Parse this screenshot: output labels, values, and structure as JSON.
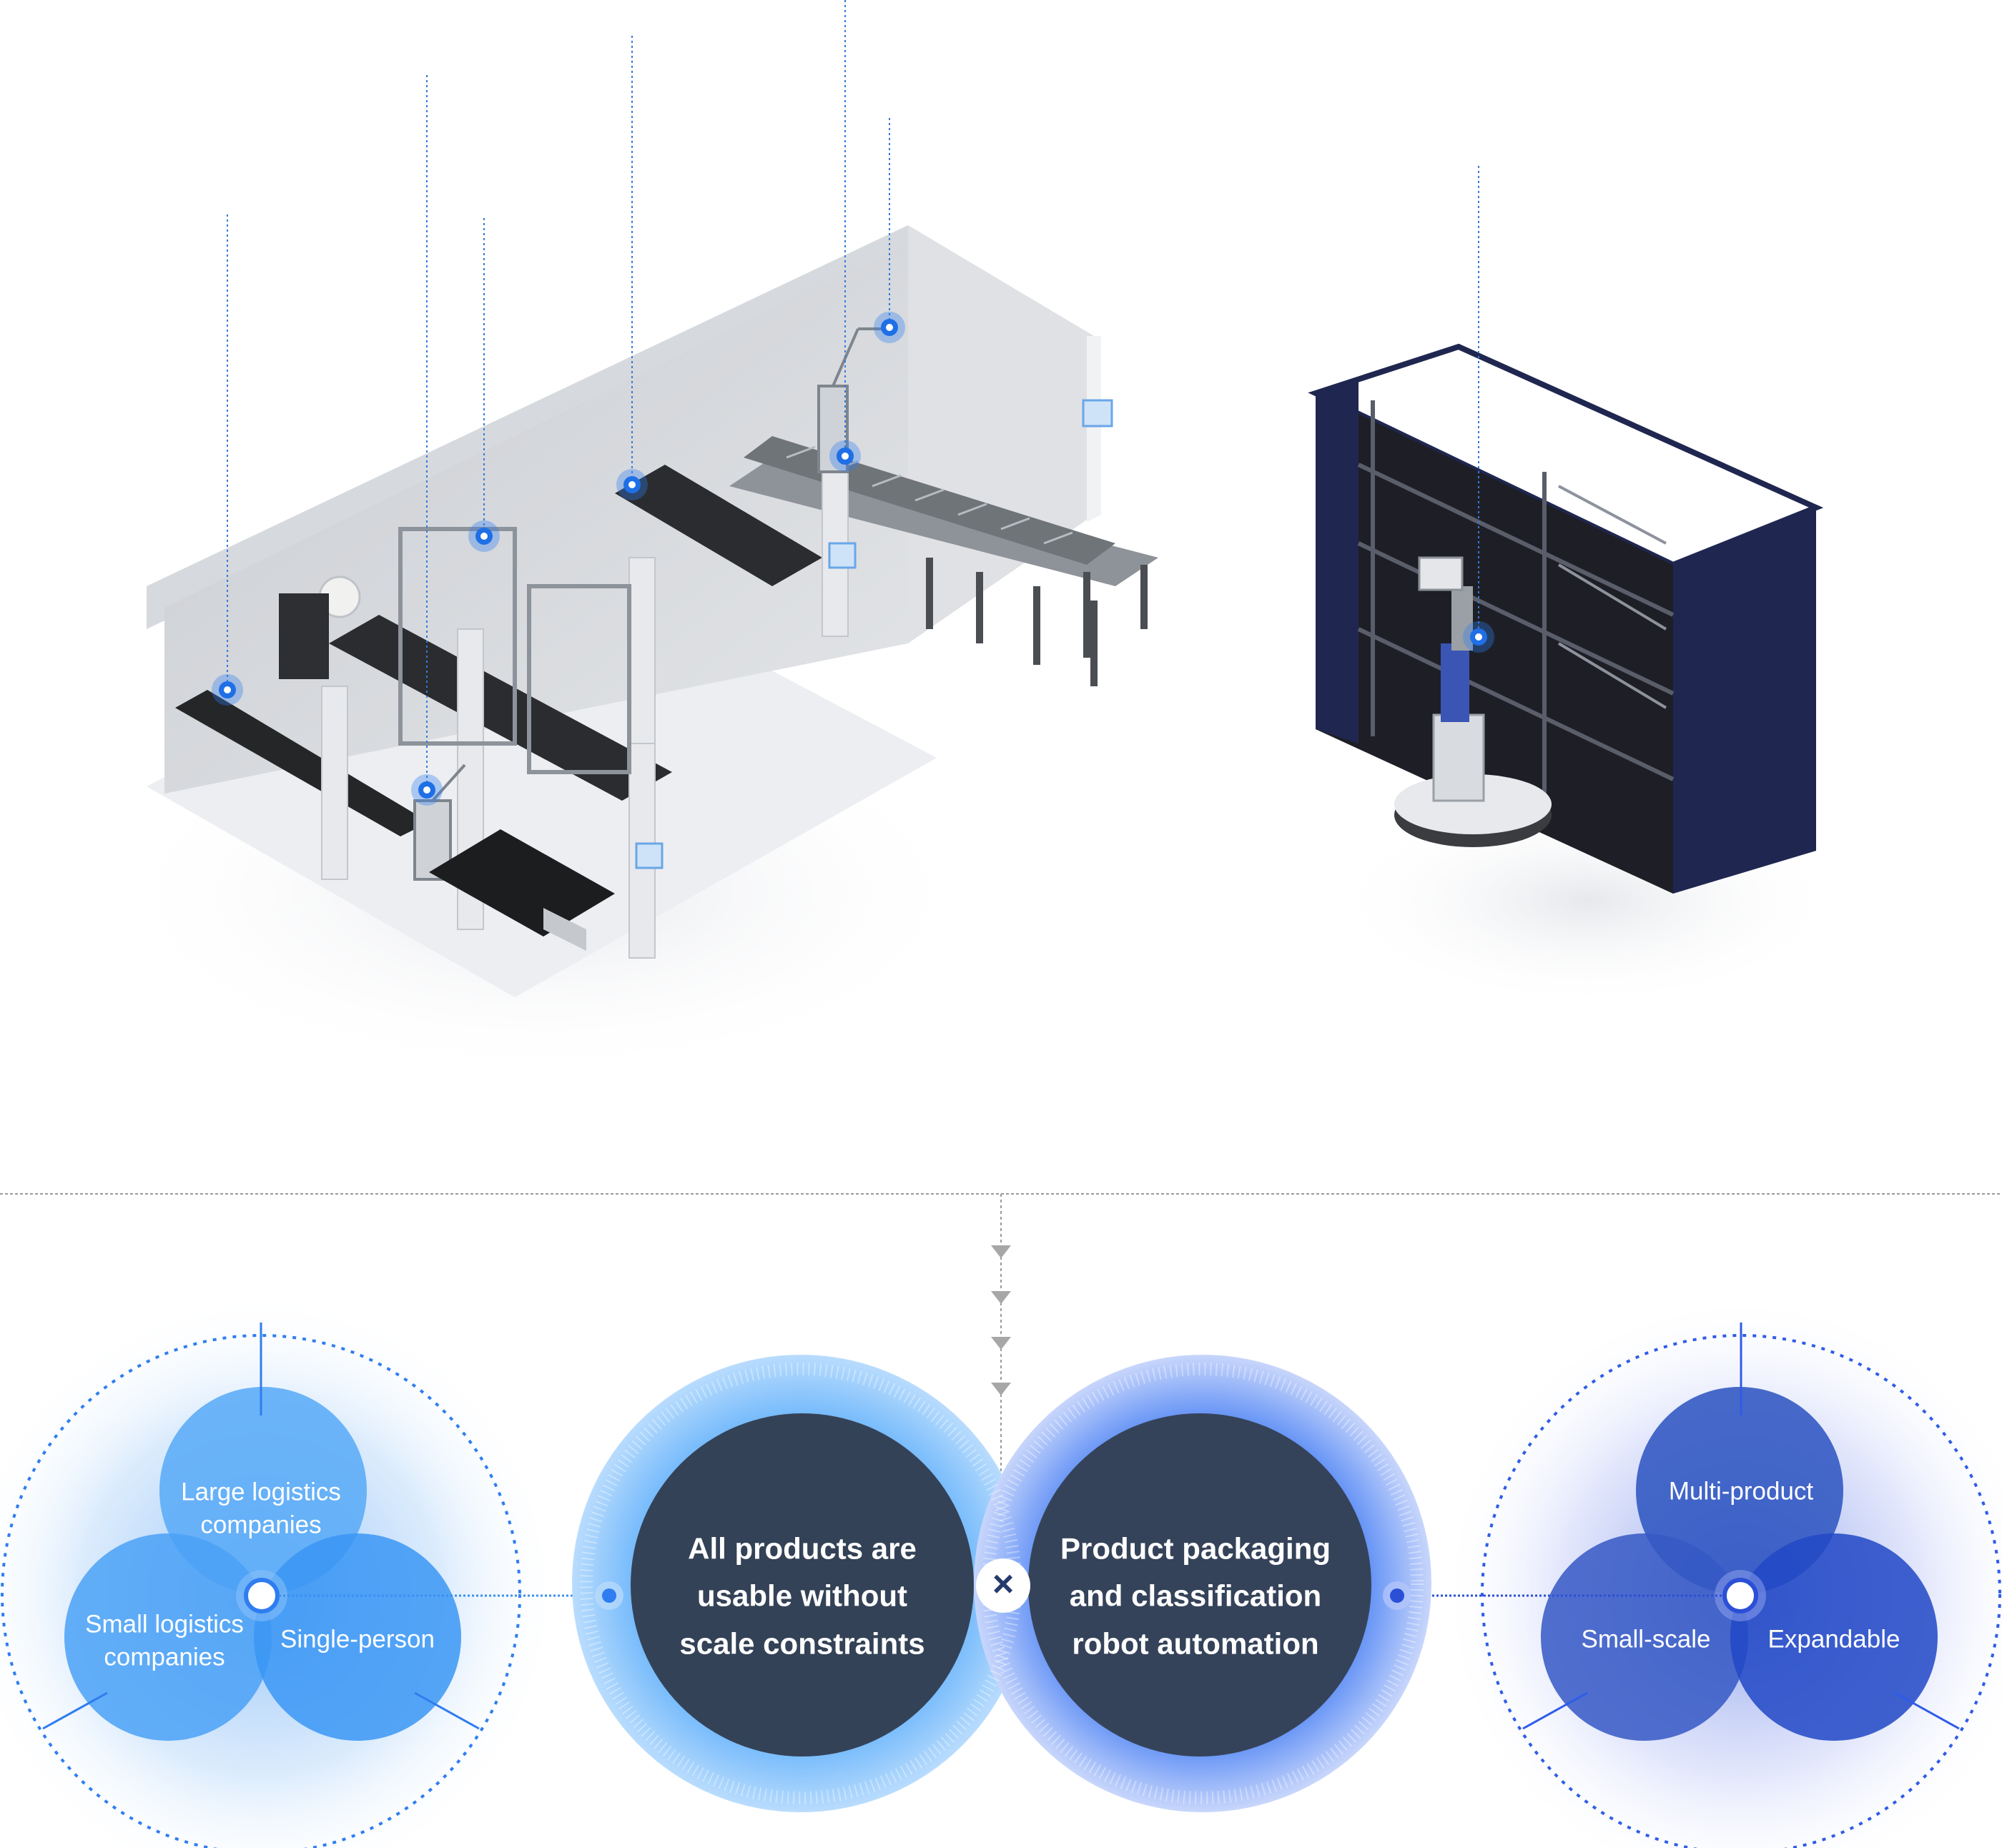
{
  "left_cluster": {
    "items": [
      {
        "name": "large",
        "label": "Large logistics\ncompanies"
      },
      {
        "name": "small",
        "label": "Small logistics\ncompanies"
      },
      {
        "name": "single",
        "label": "Single-person"
      }
    ]
  },
  "center_left": {
    "label": "All products are\nusable without\nscale constraints"
  },
  "center_right": {
    "label": "Product packaging\nand classification\nrobot automation"
  },
  "center_symbol": "×",
  "right_cluster": {
    "items": [
      {
        "name": "multi",
        "label": "Multi-product"
      },
      {
        "name": "smallscale",
        "label": "Small-scale"
      },
      {
        "name": "expandable",
        "label": "Expandable"
      }
    ]
  },
  "colors": {
    "accent": "#2f7df0",
    "light_blue": "#3f9bf5",
    "deep_blue": "#2547a8",
    "dark_circle": "#344257",
    "shelf_navy": "#1f2750"
  }
}
